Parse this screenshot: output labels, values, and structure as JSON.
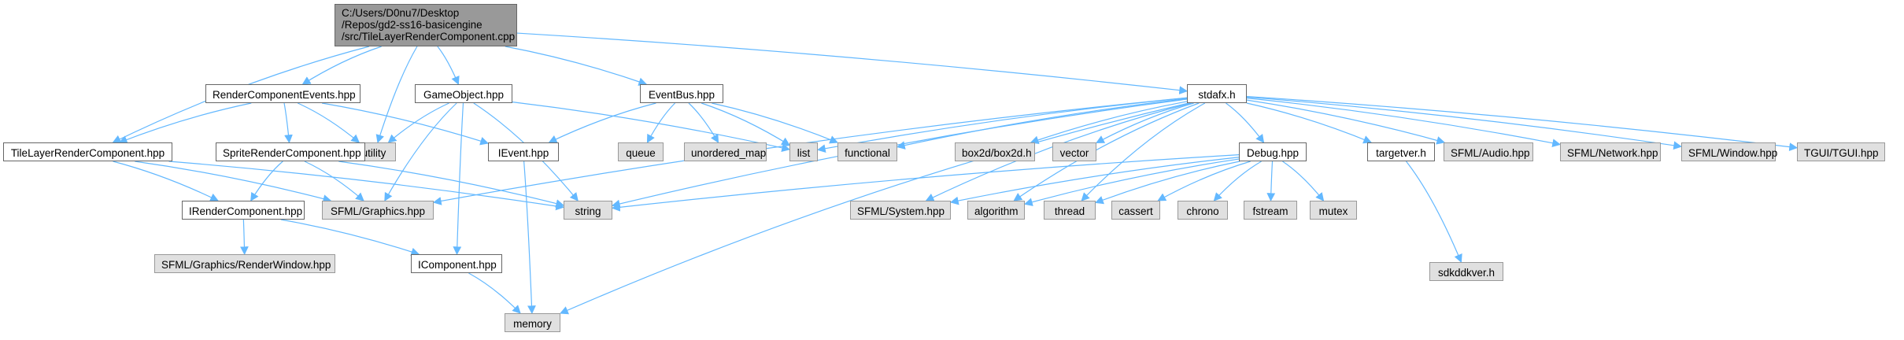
{
  "graph": {
    "edge_color": "#63b8ff",
    "root_fill": "#999999",
    "internal_fill": "#ffffff",
    "external_fill": "#e0e0e0",
    "nodes": [
      {
        "id": "root",
        "label": "C:/Users/D0nu7/Desktop\n/Repos/gd2-ss16-basicengine\n/src/TileLayerRenderComponent.cpp",
        "kind": "root"
      },
      {
        "id": "render_component_events",
        "label": "RenderComponentEvents.hpp",
        "kind": "internal"
      },
      {
        "id": "game_object",
        "label": "GameObject.hpp",
        "kind": "internal"
      },
      {
        "id": "event_bus",
        "label": "EventBus.hpp",
        "kind": "internal"
      },
      {
        "id": "stdafx",
        "label": "stdafx.h",
        "kind": "internal"
      },
      {
        "id": "tile_layer_render_component",
        "label": "TileLayerRenderComponent.hpp",
        "kind": "internal"
      },
      {
        "id": "utility",
        "label": "utility",
        "kind": "external"
      },
      {
        "id": "sprite_render_component",
        "label": "SpriteRenderComponent.hpp",
        "kind": "internal"
      },
      {
        "id": "ievent",
        "label": "IEvent.hpp",
        "kind": "internal"
      },
      {
        "id": "queue",
        "label": "queue",
        "kind": "external"
      },
      {
        "id": "unordered_map",
        "label": "unordered_map",
        "kind": "external"
      },
      {
        "id": "list",
        "label": "list",
        "kind": "external"
      },
      {
        "id": "functional",
        "label": "functional",
        "kind": "external"
      },
      {
        "id": "box2d",
        "label": "box2d/box2d.h",
        "kind": "external"
      },
      {
        "id": "vector",
        "label": "vector",
        "kind": "external"
      },
      {
        "id": "debug",
        "label": "Debug.hpp",
        "kind": "internal"
      },
      {
        "id": "targetver",
        "label": "targetver.h",
        "kind": "internal"
      },
      {
        "id": "sfml_audio",
        "label": "SFML/Audio.hpp",
        "kind": "external"
      },
      {
        "id": "sfml_network",
        "label": "SFML/Network.hpp",
        "kind": "external"
      },
      {
        "id": "sfml_window",
        "label": "SFML/Window.hpp",
        "kind": "external"
      },
      {
        "id": "tgui",
        "label": "TGUI/TGUI.hpp",
        "kind": "external"
      },
      {
        "id": "irender_component",
        "label": "IRenderComponent.hpp",
        "kind": "internal"
      },
      {
        "id": "sfml_graphics",
        "label": "SFML/Graphics.hpp",
        "kind": "external"
      },
      {
        "id": "string",
        "label": "string",
        "kind": "external"
      },
      {
        "id": "sfml_system",
        "label": "SFML/System.hpp",
        "kind": "external"
      },
      {
        "id": "algorithm",
        "label": "algorithm",
        "kind": "external"
      },
      {
        "id": "thread",
        "label": "thread",
        "kind": "external"
      },
      {
        "id": "cassert",
        "label": "cassert",
        "kind": "external"
      },
      {
        "id": "chrono",
        "label": "chrono",
        "kind": "external"
      },
      {
        "id": "fstream",
        "label": "fstream",
        "kind": "external"
      },
      {
        "id": "mutex",
        "label": "mutex",
        "kind": "external"
      },
      {
        "id": "sdkddkver",
        "label": "sdkddkver.h",
        "kind": "external"
      },
      {
        "id": "sfml_render_window",
        "label": "SFML/Graphics/RenderWindow.hpp",
        "kind": "external"
      },
      {
        "id": "icomponent",
        "label": "IComponent.hpp",
        "kind": "internal"
      },
      {
        "id": "memory",
        "label": "memory",
        "kind": "external"
      }
    ],
    "edges": [
      [
        "root",
        "render_component_events"
      ],
      [
        "root",
        "game_object"
      ],
      [
        "root",
        "event_bus"
      ],
      [
        "root",
        "stdafx"
      ],
      [
        "root",
        "tile_layer_render_component"
      ],
      [
        "root",
        "utility"
      ],
      [
        "render_component_events",
        "tile_layer_render_component"
      ],
      [
        "render_component_events",
        "sprite_render_component"
      ],
      [
        "render_component_events",
        "utility"
      ],
      [
        "render_component_events",
        "ievent"
      ],
      [
        "game_object",
        "utility"
      ],
      [
        "game_object",
        "sfml_graphics"
      ],
      [
        "game_object",
        "icomponent"
      ],
      [
        "game_object",
        "string"
      ],
      [
        "game_object",
        "list"
      ],
      [
        "event_bus",
        "ievent"
      ],
      [
        "event_bus",
        "queue"
      ],
      [
        "event_bus",
        "unordered_map"
      ],
      [
        "event_bus",
        "list"
      ],
      [
        "event_bus",
        "functional"
      ],
      [
        "stdafx",
        "list"
      ],
      [
        "stdafx",
        "functional"
      ],
      [
        "stdafx",
        "box2d"
      ],
      [
        "stdafx",
        "vector"
      ],
      [
        "stdafx",
        "debug"
      ],
      [
        "stdafx",
        "targetver"
      ],
      [
        "stdafx",
        "sfml_audio"
      ],
      [
        "stdafx",
        "sfml_network"
      ],
      [
        "stdafx",
        "sfml_window"
      ],
      [
        "stdafx",
        "tgui"
      ],
      [
        "stdafx",
        "sfml_graphics"
      ],
      [
        "stdafx",
        "string"
      ],
      [
        "stdafx",
        "sfml_system"
      ],
      [
        "stdafx",
        "algorithm"
      ],
      [
        "stdafx",
        "thread"
      ],
      [
        "stdafx",
        "memory"
      ],
      [
        "tile_layer_render_component",
        "irender_component"
      ],
      [
        "tile_layer_render_component",
        "sfml_graphics"
      ],
      [
        "tile_layer_render_component",
        "string"
      ],
      [
        "sprite_render_component",
        "irender_component"
      ],
      [
        "sprite_render_component",
        "sfml_graphics"
      ],
      [
        "sprite_render_component",
        "string"
      ],
      [
        "ievent",
        "memory"
      ],
      [
        "debug",
        "string"
      ],
      [
        "debug",
        "sfml_system"
      ],
      [
        "debug",
        "algorithm"
      ],
      [
        "debug",
        "thread"
      ],
      [
        "debug",
        "cassert"
      ],
      [
        "debug",
        "chrono"
      ],
      [
        "debug",
        "fstream"
      ],
      [
        "debug",
        "mutex"
      ],
      [
        "targetver",
        "sdkddkver"
      ],
      [
        "irender_component",
        "sfml_render_window"
      ],
      [
        "irender_component",
        "icomponent"
      ],
      [
        "icomponent",
        "memory"
      ]
    ]
  }
}
